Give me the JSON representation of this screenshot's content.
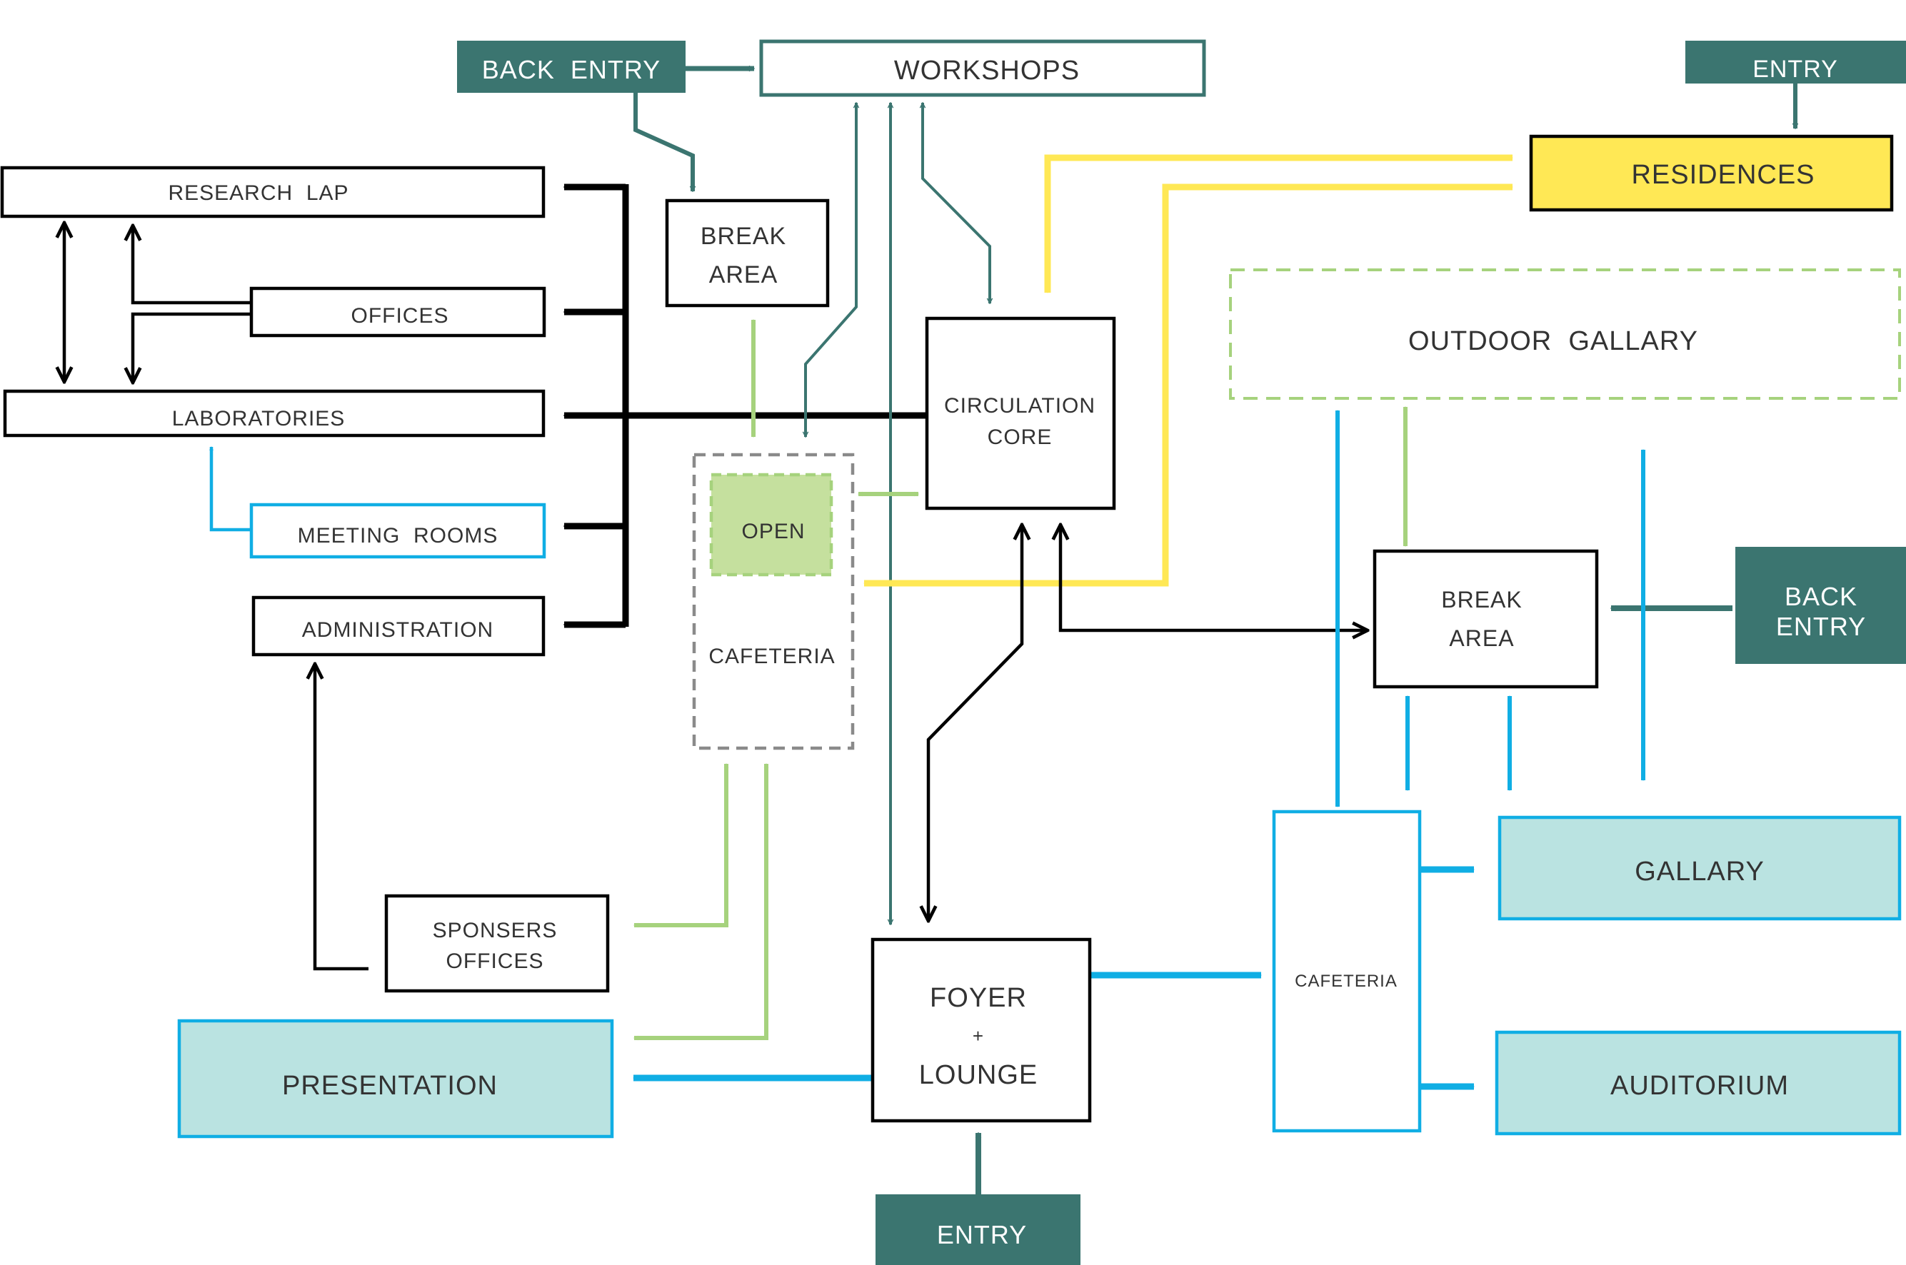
{
  "colors": {
    "black": "#000000",
    "teal": "#3b7570",
    "green": "#a6d27d",
    "green_fill": "#c5e09e",
    "yellow": "#ffe855",
    "blue": "#10aee4",
    "blue_fill": "#bae3e1",
    "grey_dash": "#8a8a8a",
    "text": "#333333",
    "white": "#ffffff"
  },
  "nodes": {
    "back_entry_top": "BACK  ENTRY",
    "workshops": "WORKSHOPS",
    "entry_top": "ENTRY",
    "residences": "RESIDENCES",
    "research_lap": "RESEARCH  LAP",
    "offices": "OFFICES",
    "laboratories": "LABORATORIES",
    "meeting_rooms": "MEETING  ROOMS",
    "administration": "ADMINISTRATION",
    "break_area_left": [
      "BREAK",
      "AREA"
    ],
    "open": "OPEN",
    "cafeteria_left": "CAFETERIA",
    "circulation_core": [
      "CIRCULATION",
      "CORE"
    ],
    "outdoor_gallary": "OUTDOOR  GALLARY",
    "break_area_right": [
      "BREAK",
      "AREA"
    ],
    "back_entry_right": [
      "BACK",
      "ENTRY"
    ],
    "sponsers_offices": [
      "SPONSERS",
      "OFFICES"
    ],
    "presentation": "PRESENTATION",
    "foyer_lounge": [
      "FOYER",
      "+",
      "LOUNGE"
    ],
    "entry_bottom": "ENTRY",
    "cafeteria_right": "CAFETERIA",
    "gallary": "GALLARY",
    "auditorium": "AUDITORIUM"
  },
  "connections": [
    {
      "from": "BACK ENTRY",
      "to": "WORKSHOPS",
      "color": "teal"
    },
    {
      "from": "BACK ENTRY",
      "to": "BREAK AREA",
      "color": "teal"
    },
    {
      "from": "ENTRY",
      "to": "RESIDENCES",
      "color": "teal"
    },
    {
      "from": "CIRCULATION CORE",
      "to": "RESEARCH LAP",
      "color": "black"
    },
    {
      "from": "CIRCULATION CORE",
      "to": "OFFICES",
      "color": "black"
    },
    {
      "from": "CIRCULATION CORE",
      "to": "LABORATORIES",
      "color": "black"
    },
    {
      "from": "CIRCULATION CORE",
      "to": "MEETING ROOMS",
      "color": "black"
    },
    {
      "from": "CIRCULATION CORE",
      "to": "ADMINISTRATION",
      "color": "black"
    },
    {
      "from": "RESEARCH LAP",
      "to": "LABORATORIES",
      "color": "black"
    },
    {
      "from": "OFFICES",
      "to": "RESEARCH LAP",
      "color": "black"
    },
    {
      "from": "OFFICES",
      "to": "LABORATORIES",
      "color": "black"
    },
    {
      "from": "MEETING ROOMS",
      "to": "LABORATORIES",
      "color": "blue"
    },
    {
      "from": "SPONSERS OFFICES",
      "to": "ADMINISTRATION",
      "color": "black"
    },
    {
      "from": "BREAK AREA",
      "to": "CAFETERIA",
      "color": "green"
    },
    {
      "from": "CAFETERIA",
      "to": "CIRCULATION CORE",
      "color": "green"
    },
    {
      "from": "CAFETERIA",
      "to": "SPONSERS OFFICES",
      "color": "green"
    },
    {
      "from": "CAFETERIA",
      "to": "PRESENTATION",
      "color": "green"
    },
    {
      "from": "WORKSHOPS",
      "to": "CIRCULATION CORE",
      "color": "teal"
    },
    {
      "from": "WORKSHOPS",
      "to": "CAFETERIA",
      "color": "teal"
    },
    {
      "from": "WORKSHOPS",
      "to": "FOYER + LOUNGE",
      "color": "teal"
    },
    {
      "from": "CIRCULATION CORE",
      "to": "RESIDENCES",
      "color": "yellow"
    },
    {
      "from": "RESIDENCES",
      "to": "CAFETERIA",
      "color": "yellow"
    },
    {
      "from": "CIRCULATION CORE",
      "to": "FOYER + LOUNGE",
      "color": "black"
    },
    {
      "from": "CIRCULATION CORE",
      "to": "BREAK AREA",
      "color": "black"
    },
    {
      "from": "OUTDOOR GALLARY",
      "to": "BREAK AREA",
      "color": "green"
    },
    {
      "from": "OUTDOOR GALLARY",
      "to": "CAFETERIA",
      "color": "blue"
    },
    {
      "from": "BACK ENTRY",
      "to": "BREAK AREA",
      "color": "teal"
    },
    {
      "from": "BREAK AREA",
      "to": "CAFETERIA",
      "color": "blue"
    },
    {
      "from": "CAFETERIA",
      "to": "GALLARY",
      "color": "blue"
    },
    {
      "from": "CAFETERIA",
      "to": "AUDITORIUM",
      "color": "blue"
    },
    {
      "from": "FOYER + LOUNGE",
      "to": "CAFETERIA",
      "color": "blue"
    },
    {
      "from": "FOYER + LOUNGE",
      "to": "PRESENTATION",
      "color": "blue"
    },
    {
      "from": "ENTRY",
      "to": "FOYER + LOUNGE",
      "color": "teal"
    }
  ]
}
